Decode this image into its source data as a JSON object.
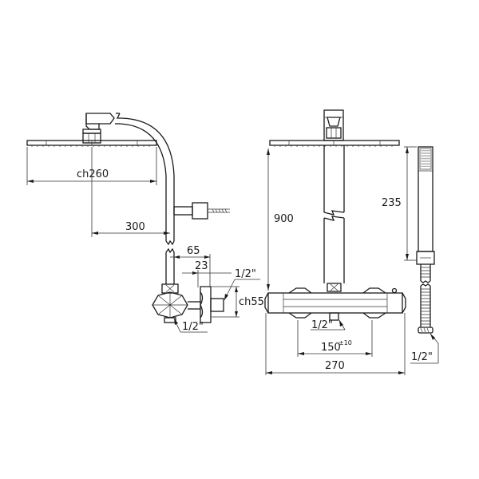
{
  "diagram": {
    "type": "technical-dimension-drawing",
    "subject": "thermostatic shower column with rain head, hand shower and wall elbow",
    "units": "mm",
    "colors": {
      "line": "#1a1a1a",
      "background": "#ffffff"
    },
    "side_view": {
      "head_width_label": "ch260",
      "arm_reach_label": "300",
      "wall_offset_label": "65",
      "inlet_offset_label": "23",
      "elbow_thread_label": "1/2\"",
      "nut_size_label": "ch55",
      "valve_thread_label": "1/2\""
    },
    "front_view": {
      "column_height_label": "900",
      "inlet_spacing_label": "150",
      "inlet_spacing_tolerance": "±10",
      "mixer_width_label": "270",
      "outlet_thread_label": "1/2\""
    },
    "hand_shower": {
      "length_label": "235",
      "hose_thread_label": "1/2\""
    }
  }
}
